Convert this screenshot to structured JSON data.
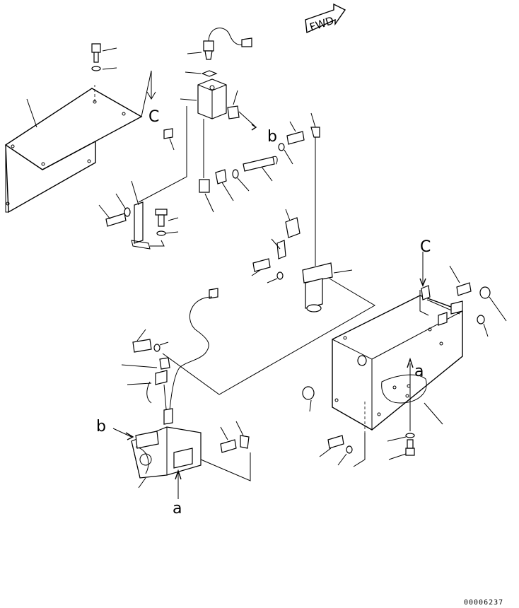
{
  "diagram": {
    "fwd_label": "FWD",
    "callouts": {
      "c_top": "C",
      "c_right": "C",
      "b_top": "b",
      "b_left": "b",
      "a_bottom": "a",
      "a_right": "a"
    },
    "drawing_code": "00006237"
  }
}
